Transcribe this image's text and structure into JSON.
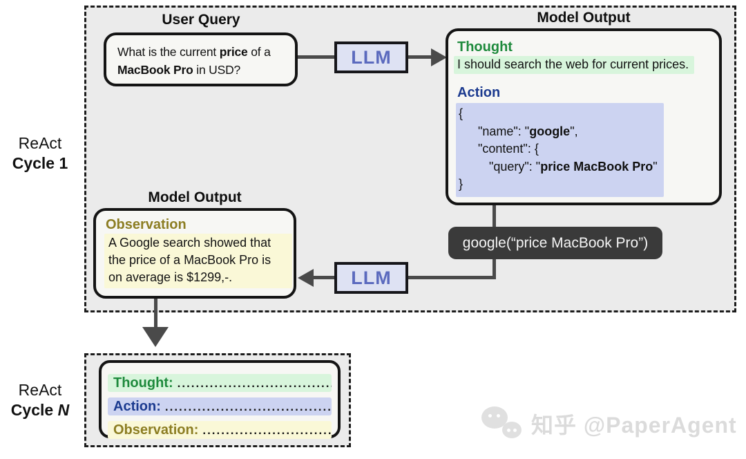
{
  "cycle1": {
    "label_top": "ReAct",
    "label_bottom": "Cycle 1",
    "user_query": {
      "title": "User Query",
      "line1_a": "What is the current ",
      "line1_b": "price",
      "line1_c": " of a",
      "line2_a": "MacBook Pro",
      "line2_b": " in USD?"
    },
    "llm_label": "LLM",
    "model_output_right": {
      "title": "Model Output",
      "thought_label": "Thought",
      "thought_text": "I should search the web for current prices.",
      "action_label": "Action",
      "code": {
        "l1": "{",
        "l2_a": "\"name\": \"",
        "l2_b": "google",
        "l2_c": "\",",
        "l3": "\"content\": {",
        "l4_a": "\"query\": \"",
        "l4_b": "price MacBook Pro",
        "l4_c": "\"",
        "l5": "}"
      }
    },
    "tool_call": "google(“price MacBook Pro”)",
    "model_output_left": {
      "title": "Model Output",
      "observation_label": "Observation",
      "obs_line1": "A Google search showed that",
      "obs_line2": "the price of a MacBook Pro is",
      "obs_line3": "on average is $1299,-."
    }
  },
  "cycleN": {
    "label_top": "ReAct",
    "label_bottom_a": "Cycle ",
    "label_bottom_b": "N",
    "rows": [
      {
        "label": "Thought:",
        "dots": "................................................................"
      },
      {
        "label": "Action:",
        "dots": "................................................................"
      },
      {
        "label": "Observation:",
        "dots": "................................................................"
      }
    ]
  },
  "watermark": {
    "text": "知乎 @PaperAgent"
  },
  "colors": {
    "thought_green": "#1e8a3c",
    "thought_highlight": "#d8f5dc",
    "action_navy": "#1b3a8f",
    "action_highlight": "#ccd3f1",
    "observation_olive": "#8c7d22",
    "observation_highlight": "#faf8d7",
    "llm_text": "#5b6abe",
    "llm_fill": "#dee2f3",
    "tool_pill": "#3a3a3a",
    "arrow": "#4a4a4a",
    "region_fill": "#ebebeb",
    "box_fill": "#f7f7f4"
  }
}
